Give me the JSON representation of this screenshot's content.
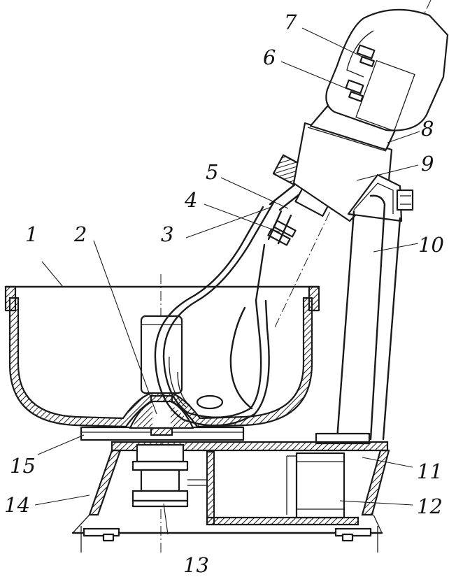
{
  "figure": {
    "labels": [
      {
        "id": "label-1",
        "text": "1"
      },
      {
        "id": "label-2",
        "text": "2"
      },
      {
        "id": "label-3",
        "text": "3"
      },
      {
        "id": "label-4",
        "text": "4"
      },
      {
        "id": "label-5",
        "text": "5"
      },
      {
        "id": "label-6",
        "text": "6"
      },
      {
        "id": "label-7",
        "text": "7"
      },
      {
        "id": "label-8",
        "text": "8"
      },
      {
        "id": "label-9",
        "text": "9"
      },
      {
        "id": "label-10",
        "text": "10"
      },
      {
        "id": "label-11",
        "text": "11"
      },
      {
        "id": "label-12",
        "text": "12"
      },
      {
        "id": "label-13",
        "text": "13"
      },
      {
        "id": "label-14",
        "text": "14"
      },
      {
        "id": "label-15",
        "text": "15"
      }
    ]
  }
}
